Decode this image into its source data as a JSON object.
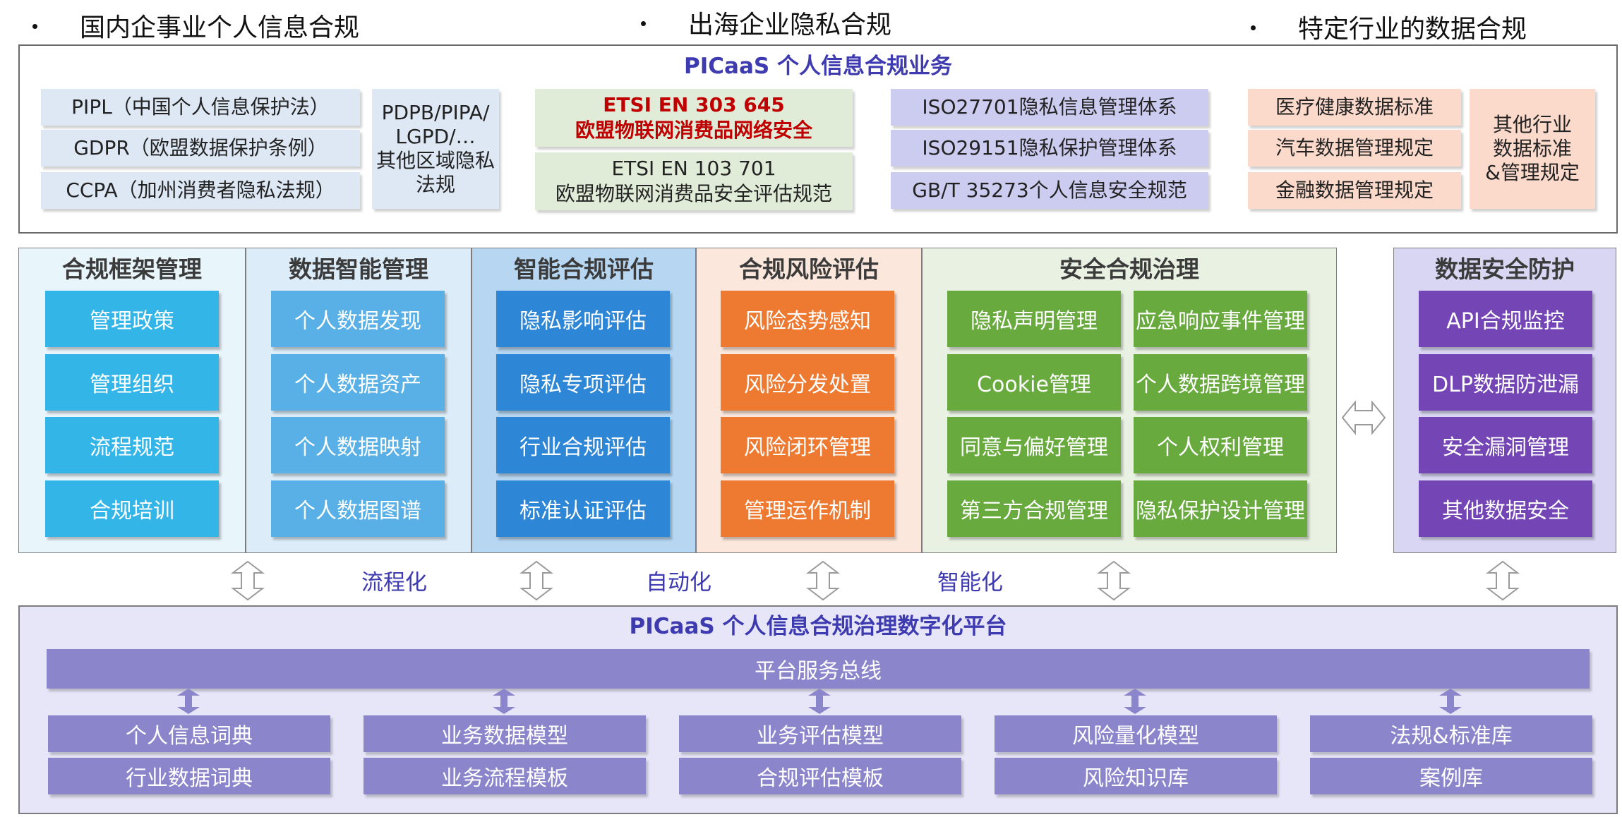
{
  "bullets": [
    "国内企事业个人信息合规",
    "出海企业隐私合规",
    "特定行业的数据合规"
  ],
  "top_panel": {
    "title": "PICaaS 个人信息合规业务",
    "regulations": [
      "PIPL（中国个人信息保护法）",
      "GDPR（欧盟数据保护条例）",
      "CCPA（加州消费者隐私法规）"
    ],
    "other_regions": [
      "PDPB/PIPA/",
      "LGPD/…",
      "其他区域隐私",
      "法规"
    ],
    "etsi_303": [
      "ETSI EN 303 645",
      "欧盟物联网消费品网络安全"
    ],
    "etsi_103": [
      "ETSI EN 103 701",
      "欧盟物联网消费品安全评估规范"
    ],
    "iso": [
      "ISO27701隐私信息管理体系",
      "ISO29151隐私保护管理体系",
      "GB/T 35273个人信息安全规范"
    ],
    "industry": [
      "医疗健康数据标准",
      "汽车数据管理规定",
      "金融数据管理规定"
    ],
    "other_industry": [
      "其他行业",
      "数据标准",
      "&管理规定"
    ]
  },
  "columns": [
    {
      "title": "合规框架管理",
      "items": [
        "管理政策",
        "管理组织",
        "流程规范",
        "合规培训"
      ]
    },
    {
      "title": "数据智能管理",
      "items": [
        "个人数据发现",
        "个人数据资产",
        "个人数据映射",
        "个人数据图谱"
      ]
    },
    {
      "title": "智能合规评估",
      "items": [
        "隐私影响评估",
        "隐私专项评估",
        "行业合规评估",
        "标准认证评估"
      ]
    },
    {
      "title": "合规风险评估",
      "items": [
        "风险态势感知",
        "风险分发处置",
        "风险闭环管理",
        "管理运作机制"
      ]
    },
    {
      "title": "安全合规治理",
      "items": [
        "隐私声明管理",
        "应急响应事件管理",
        "Cookie管理",
        "个人数据跨境管理",
        "同意与偏好管理",
        "个人权利管理",
        "第三方合规管理",
        "隐私保护设计管理"
      ]
    },
    {
      "title": "数据安全防护",
      "items": [
        "API合规监控",
        "DLP数据防泄漏",
        "安全漏洞管理",
        "其他数据安全"
      ]
    }
  ],
  "process_labels": [
    "流程化",
    "自动化",
    "智能化"
  ],
  "platform": {
    "title": "PICaaS 个人信息合规治理数字化平台",
    "bus": "平台服务总线",
    "modules": [
      [
        "个人信息词典",
        "行业数据词典"
      ],
      [
        "业务数据模型",
        "业务流程模板"
      ],
      [
        "业务评估模型",
        "合规评估模板"
      ],
      [
        "风险量化模型",
        "风险知识库"
      ],
      [
        "法规&标准库",
        "案例库"
      ]
    ]
  },
  "colors": {
    "title_purple": "#3e3ab0",
    "col1": "#33b5e8",
    "col2": "#58b0e6",
    "col3": "#2e86d6",
    "col4": "#ee7a31",
    "col5": "#69aa3f",
    "col6": "#7445b5",
    "platform": "#8b86cc"
  }
}
